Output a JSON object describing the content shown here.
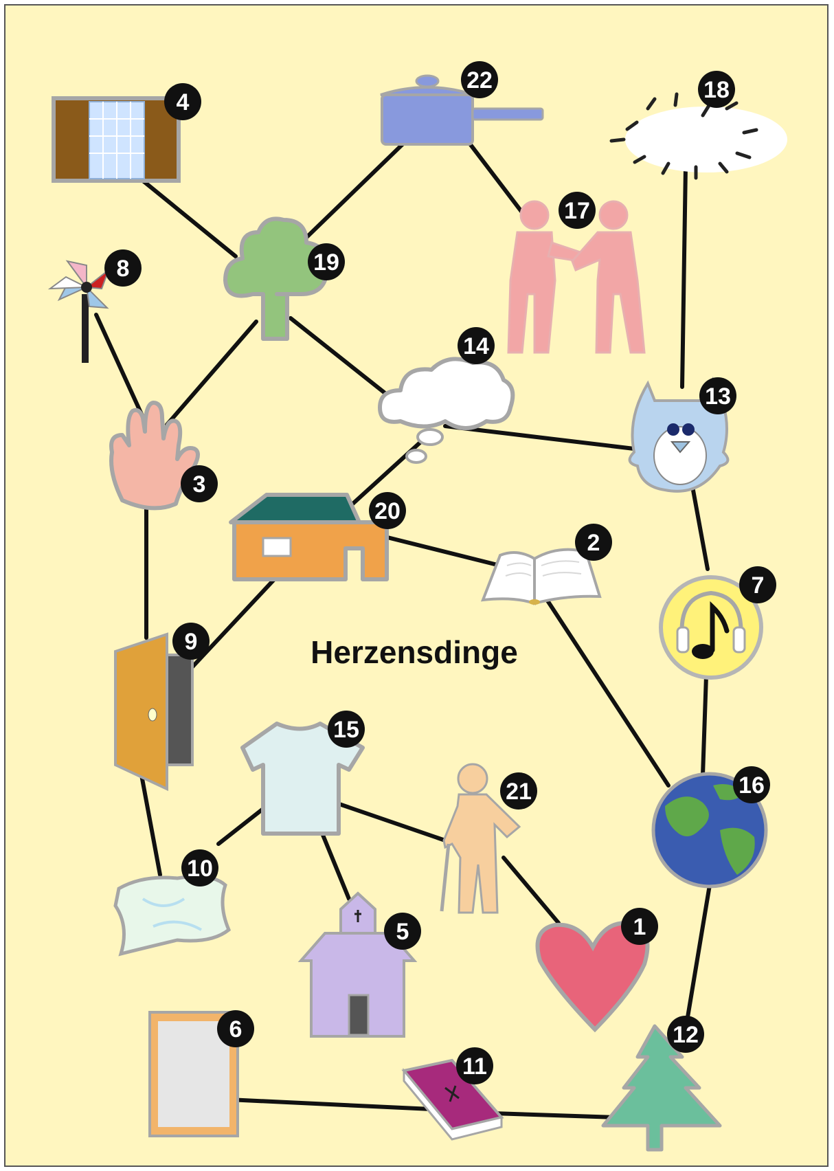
{
  "title": "Herzensdinge",
  "colors": {
    "background": "#fff6bf",
    "line": "#111111",
    "badge": "#111111",
    "badge_text": "#ffffff",
    "outline": "#a6a6a6"
  },
  "nodes": [
    {
      "id": "1",
      "label": "1",
      "icon": "heart-icon"
    },
    {
      "id": "2",
      "label": "2",
      "icon": "open-book-icon"
    },
    {
      "id": "3",
      "label": "3",
      "icon": "hand-icon"
    },
    {
      "id": "4",
      "label": "4",
      "icon": "window-icon"
    },
    {
      "id": "5",
      "label": "5",
      "icon": "church-icon"
    },
    {
      "id": "6",
      "label": "6",
      "icon": "picture-frame-icon"
    },
    {
      "id": "7",
      "label": "7",
      "icon": "music-headphones-icon"
    },
    {
      "id": "8",
      "label": "8",
      "icon": "pinwheel-icon"
    },
    {
      "id": "9",
      "label": "9",
      "icon": "door-icon"
    },
    {
      "id": "10",
      "label": "10",
      "icon": "pillow-icon"
    },
    {
      "id": "11",
      "label": "11",
      "icon": "bible-icon"
    },
    {
      "id": "12",
      "label": "12",
      "icon": "fir-tree-icon"
    },
    {
      "id": "13",
      "label": "13",
      "icon": "owl-icon"
    },
    {
      "id": "14",
      "label": "14",
      "icon": "thought-cloud-icon"
    },
    {
      "id": "15",
      "label": "15",
      "icon": "shirt-icon"
    },
    {
      "id": "16",
      "label": "16",
      "icon": "globe-icon"
    },
    {
      "id": "17",
      "label": "17",
      "icon": "handshake-icon"
    },
    {
      "id": "18",
      "label": "18",
      "icon": "rain-cloud-icon"
    },
    {
      "id": "19",
      "label": "19",
      "icon": "tree-icon"
    },
    {
      "id": "20",
      "label": "20",
      "icon": "house-icon"
    },
    {
      "id": "21",
      "label": "21",
      "icon": "elder-person-icon"
    },
    {
      "id": "22",
      "label": "22",
      "icon": "cooking-pot-icon"
    }
  ],
  "edges": [
    [
      "4",
      "19"
    ],
    [
      "22",
      "19"
    ],
    [
      "22",
      "17"
    ],
    [
      "18",
      "13"
    ],
    [
      "8",
      "3"
    ],
    [
      "19",
      "3"
    ],
    [
      "19",
      "14"
    ],
    [
      "14",
      "13"
    ],
    [
      "14",
      "20"
    ],
    [
      "20",
      "2"
    ],
    [
      "20",
      "9"
    ],
    [
      "3",
      "9"
    ],
    [
      "2",
      "16"
    ],
    [
      "13",
      "7"
    ],
    [
      "7",
      "16"
    ],
    [
      "9",
      "10"
    ],
    [
      "10",
      "15"
    ],
    [
      "15",
      "5"
    ],
    [
      "15",
      "21"
    ],
    [
      "21",
      "1"
    ],
    [
      "16",
      "12"
    ],
    [
      "6",
      "11"
    ],
    [
      "11",
      "12"
    ]
  ]
}
